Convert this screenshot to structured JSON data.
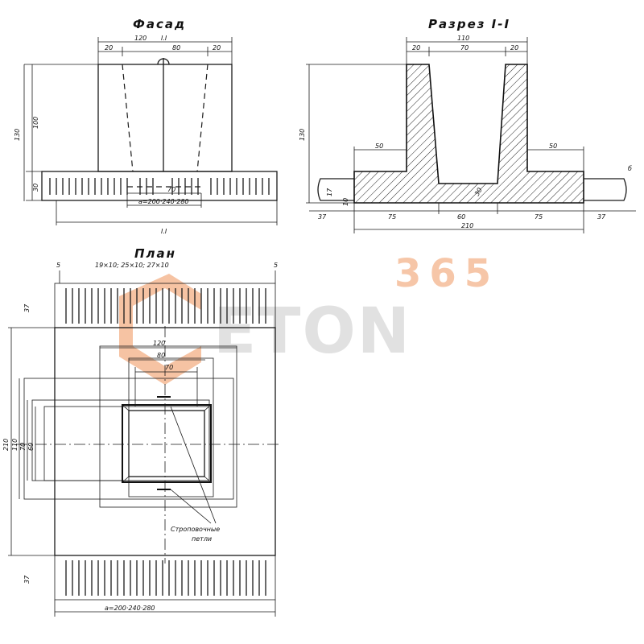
{
  "views": {
    "facade": {
      "title": "Фасад",
      "dims": {
        "top_total": "120",
        "top_marker": "I.I",
        "top_left": "20",
        "top_mid": "80",
        "top_right": "20",
        "left_total": "130",
        "left_upper": "100",
        "left_lower": "30",
        "inner_bottom": "70",
        "base_width": "a=200·240·280",
        "base_marker": "I.I"
      }
    },
    "section": {
      "title": "Разрез I-I",
      "dims": {
        "top_total": "110",
        "top_left": "20",
        "top_mid": "70",
        "top_right": "20",
        "left_total": "130",
        "ledge_left": "50",
        "ledge_right": "50",
        "small_left": "17",
        "small_rot": "10",
        "thick_bottom": "30",
        "bottom_l": "37",
        "bottom_a": "75",
        "bottom_b": "60",
        "bottom_c": "75",
        "bottom_r": "37",
        "bottom_total": "210",
        "right_label": "б"
      }
    },
    "plan": {
      "title": "План",
      "dims": {
        "marker_left": "5",
        "marker_right": "5",
        "bars_note": "19×10; 25×10; 27×10",
        "top_strip": "37",
        "bottom_strip": "37",
        "top_120": "120",
        "top_80": "80",
        "top_70": "70",
        "left_210": "210",
        "left_110": "110",
        "left_70": "70",
        "left_60": "60",
        "bottom_width": "a=200·240·280",
        "loops_label_1": "Строповочные",
        "loops_label_2": "петли"
      }
    }
  },
  "watermark": {
    "number": "365",
    "word": "ETON",
    "accent_color": "#f4b48c",
    "gray_color": "#d5d5d5",
    "logo_shape": "orange chevron bracket"
  }
}
